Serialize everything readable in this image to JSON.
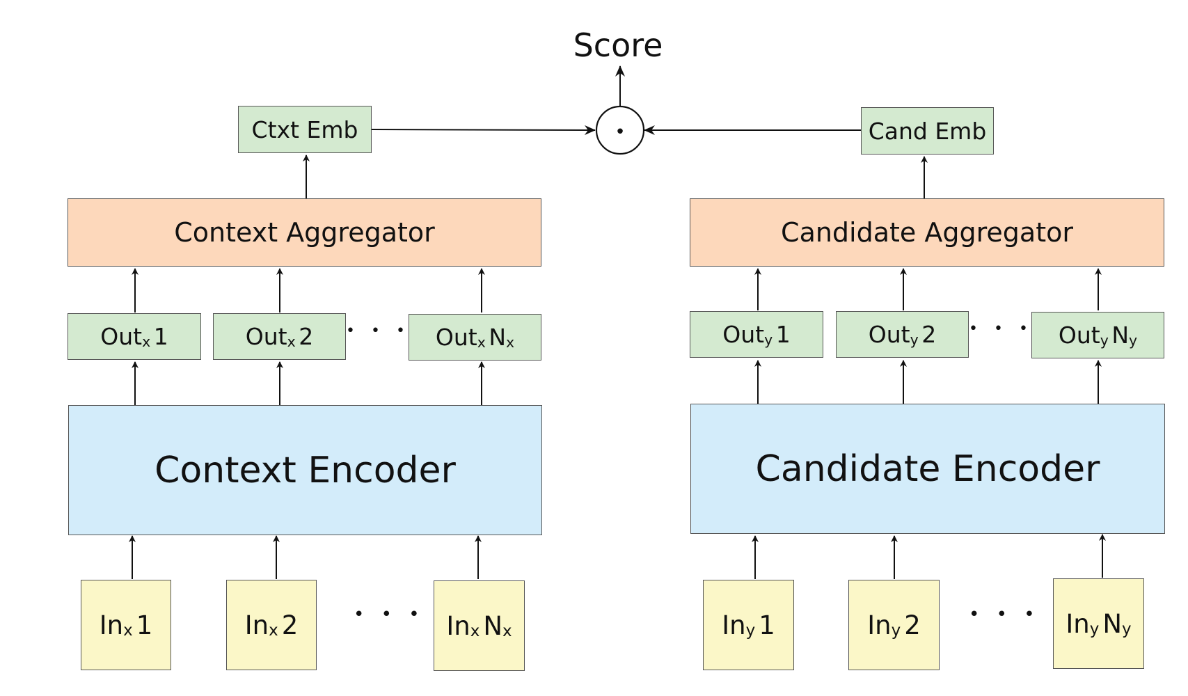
{
  "score": {
    "label": "Score",
    "operator_symbol": "•",
    "operator_icon": "dot-product-circle-icon"
  },
  "context": {
    "embedding": "Ctxt Emb",
    "aggregator": "Context Aggregator",
    "encoder": "Context Encoder",
    "outputs": [
      {
        "prefix": "Out",
        "subscript": "x",
        "index": "1",
        "index_subscript": ""
      },
      {
        "prefix": "Out",
        "subscript": "x",
        "index": "2",
        "index_subscript": ""
      },
      {
        "prefix": "Out",
        "subscript": "x",
        "index": "N",
        "index_subscript": "x"
      }
    ],
    "inputs": [
      {
        "prefix": "In",
        "subscript": "x",
        "index": "1",
        "index_subscript": ""
      },
      {
        "prefix": "In",
        "subscript": "x",
        "index": "2",
        "index_subscript": ""
      },
      {
        "prefix": "In",
        "subscript": "x",
        "index": "N",
        "index_subscript": "x"
      }
    ]
  },
  "candidate": {
    "embedding": "Cand Emb",
    "aggregator": "Candidate Aggregator",
    "encoder": "Candidate Encoder",
    "outputs": [
      {
        "prefix": "Out",
        "subscript": "y",
        "index": "1",
        "index_subscript": ""
      },
      {
        "prefix": "Out",
        "subscript": "y",
        "index": "2",
        "index_subscript": ""
      },
      {
        "prefix": "Out",
        "subscript": "y",
        "index": "N",
        "index_subscript": "y"
      }
    ],
    "inputs": [
      {
        "prefix": "In",
        "subscript": "y",
        "index": "1",
        "index_subscript": ""
      },
      {
        "prefix": "In",
        "subscript": "y",
        "index": "2",
        "index_subscript": ""
      },
      {
        "prefix": "In",
        "subscript": "y",
        "index": "N",
        "index_subscript": "y"
      }
    ]
  },
  "ellipsis": "• • •",
  "colors": {
    "aggregator_fill": "#fdd8bb",
    "encoder_fill": "#d3ecfa",
    "output_fill": "#d4ead0",
    "input_fill": "#fbf7c8",
    "stroke": "#555555",
    "arrow": "#111111"
  }
}
